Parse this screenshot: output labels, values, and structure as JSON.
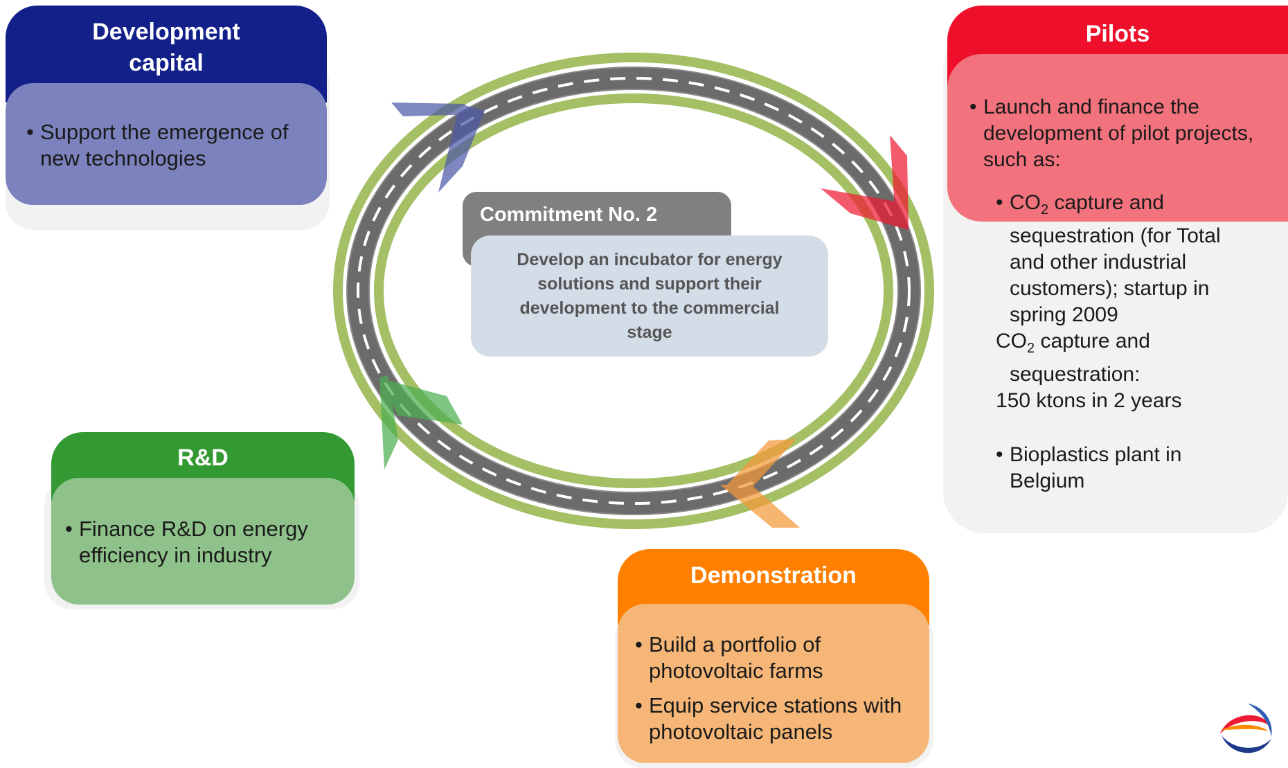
{
  "center": {
    "header": "Commitment No. 2",
    "text": "Develop an incubator for energy solutions and support their development to the commercial stage"
  },
  "dev_capital": {
    "title_line1": "Development",
    "title_line2": "capital",
    "bullets": [
      "Support the emergence of new technologies"
    ]
  },
  "rd": {
    "title": "R&D",
    "bullets": [
      "Finance R&D on energy efficiency in industry"
    ]
  },
  "demonstration": {
    "title": "Demonstration",
    "bullets": [
      "Build a portfolio of photovoltaic farms",
      "Equip service stations with photovoltaic panels"
    ]
  },
  "pilots": {
    "title": "Pilots",
    "intro": "Launch and finance the development of pilot projects, such as:",
    "co2_a": "CO",
    "co2_sub": "2",
    "co2_rest": " capture and sequestration (for Total and other industrial customers); startup in spring 2009",
    "co2b_a": "CO",
    "co2b_sub": "2",
    "co2b_rest": " capture and sequestration:",
    "co2b_line2": "150 ktons in 2 years",
    "bioplastics": "Bioplastics plant in Belgium"
  },
  "colors": {
    "dev_header": "#13208a",
    "dev_body": "#7b82bd",
    "rd_header": "#339933",
    "rd_body": "#8fc28b",
    "demo_header": "#ff8000",
    "demo_body": "#f5b677",
    "pilots_header": "#ee0f2a",
    "pilots_body": "#f2727d",
    "ring_green": "#a4bf64",
    "road": "#707070",
    "center_header": "#808080",
    "center_body": "#d3dde8"
  },
  "logo": "total-logo-icon"
}
